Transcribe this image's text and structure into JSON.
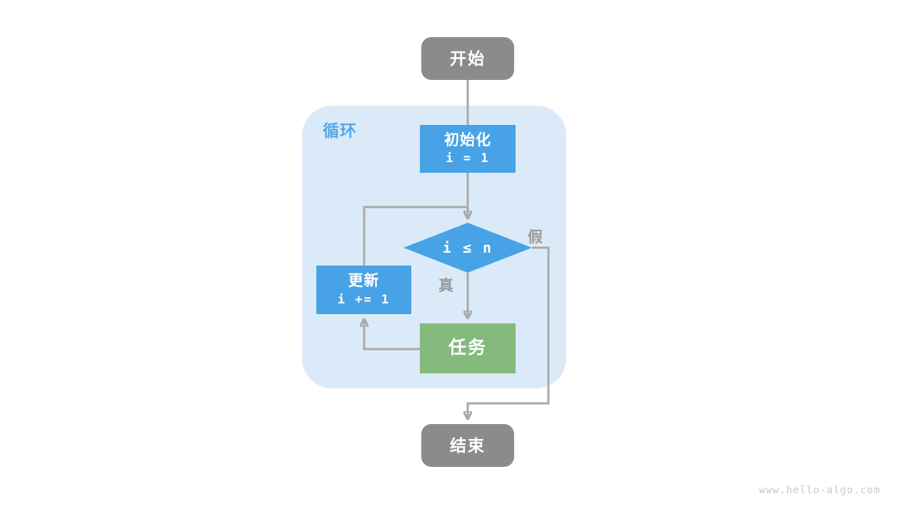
{
  "flowchart": {
    "container_label": "循环",
    "nodes": {
      "start": {
        "label": "开始"
      },
      "init": {
        "label": "初始化",
        "code": "i = 1"
      },
      "condition": {
        "label": "i ≤ n"
      },
      "update": {
        "label": "更新",
        "code": "i += 1"
      },
      "task": {
        "label": "任务"
      },
      "end": {
        "label": "结束"
      }
    },
    "edge_labels": {
      "true_label": "真",
      "false_label": "假"
    }
  },
  "watermark": "www.hello-algo.com",
  "palette": {
    "terminal_fill": "#8b8b8b",
    "process_fill": "#47a3e6",
    "task_fill": "#85ba7d",
    "container_fill": "#dbeaf8",
    "container_label_color": "#55a9e8",
    "connector_color": "#a9a9a9",
    "edge_label_color": "#9b9b9b",
    "node_text_color": "#ffffff",
    "watermark_color": "#c9c9c9"
  }
}
